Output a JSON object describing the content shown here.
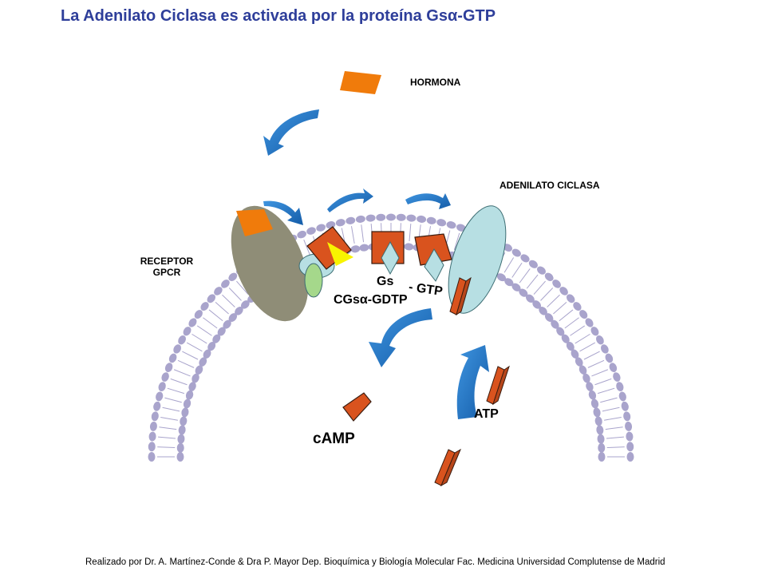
{
  "title": {
    "text": "La Adenilato Ciclasa es activada por la proteína Gs",
    "alpha": "α",
    "suffix": "-GTP"
  },
  "labels": {
    "hormone": "HORMONA",
    "adenylate_cyclase": "ADENILATO CICLASA",
    "receptor_line1": "RECEPTOR",
    "receptor_line2": "GPCR",
    "gs_gtp_prefix": "Gs",
    "gs_gtp_suffix": "- GTP",
    "gdp_overlap": "CGsα-GDTP",
    "camp": "cAMP",
    "atp": "ATP"
  },
  "footer": "Realizado por Dr. A. Martínez-Conde & Dra P. Mayor Dep. Bioquímica y Biología Molecular Fac. Medicina Universidad Complutense de Madrid",
  "colors": {
    "title": "#2e3e9a",
    "membrane_head": "#a9a4cc",
    "receptor": "#8f8d77",
    "hormone": "#f07b0b",
    "g_protein_alpha": "#d9531e",
    "gtp": "#b7dfe3",
    "cyclase": "#b7dfe3",
    "gamma": "#a5d88b",
    "gdp": "#f8f400",
    "arrow": "#1f6fbe"
  }
}
